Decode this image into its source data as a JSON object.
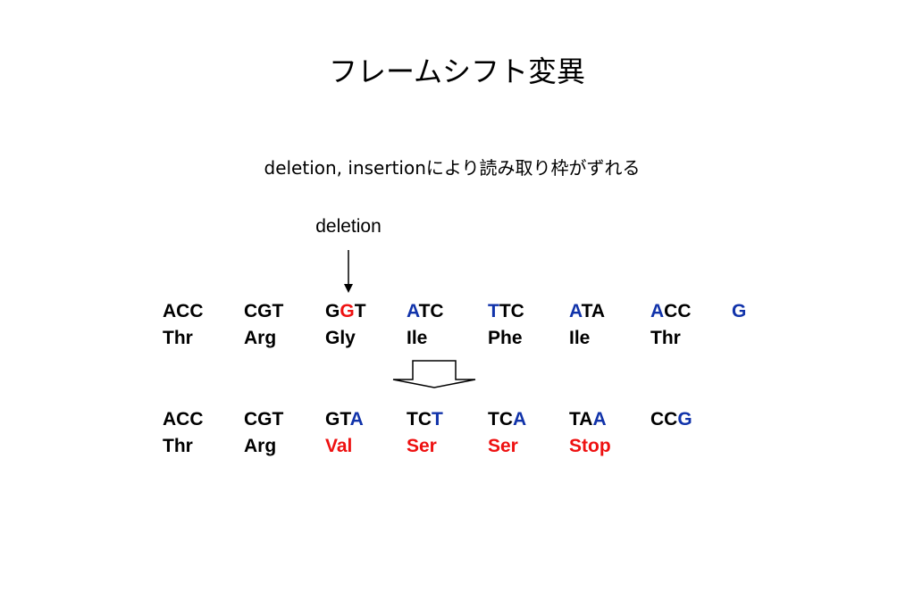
{
  "title": "フレームシフト変異",
  "subtitle": "deletion, insertionにより読み取り枠がずれる",
  "deletion_label": "deletion",
  "colors": {
    "default": "#000000",
    "red": "#ee1111",
    "blue": "#1133aa"
  },
  "original": {
    "codons": [
      [
        {
          "t": "ACC",
          "c": "default"
        }
      ],
      [
        {
          "t": "CGT",
          "c": "default"
        }
      ],
      [
        {
          "t": "G",
          "c": "default"
        },
        {
          "t": "G",
          "c": "red"
        },
        {
          "t": "T",
          "c": "default"
        }
      ],
      [
        {
          "t": "A",
          "c": "blue"
        },
        {
          "t": "TC",
          "c": "default"
        }
      ],
      [
        {
          "t": "T",
          "c": "blue"
        },
        {
          "t": "TC",
          "c": "default"
        }
      ],
      [
        {
          "t": "A",
          "c": "blue"
        },
        {
          "t": "TA",
          "c": "default"
        }
      ],
      [
        {
          "t": "A",
          "c": "blue"
        },
        {
          "t": "CC",
          "c": "default"
        }
      ],
      [
        {
          "t": "G",
          "c": "blue"
        }
      ]
    ],
    "amino_acids": [
      {
        "t": "Thr",
        "c": "default"
      },
      {
        "t": "Arg",
        "c": "default"
      },
      {
        "t": "Gly",
        "c": "default"
      },
      {
        "t": "Ile",
        "c": "default"
      },
      {
        "t": "Phe",
        "c": "default"
      },
      {
        "t": "Ile",
        "c": "default"
      },
      {
        "t": "Thr",
        "c": "default"
      }
    ]
  },
  "mutated": {
    "codons": [
      [
        {
          "t": "ACC",
          "c": "default"
        }
      ],
      [
        {
          "t": "CGT",
          "c": "default"
        }
      ],
      [
        {
          "t": "GT",
          "c": "default"
        },
        {
          "t": "A",
          "c": "blue"
        }
      ],
      [
        {
          "t": "TC",
          "c": "default"
        },
        {
          "t": "T",
          "c": "blue"
        }
      ],
      [
        {
          "t": "TC",
          "c": "default"
        },
        {
          "t": "A",
          "c": "blue"
        }
      ],
      [
        {
          "t": "TA",
          "c": "default"
        },
        {
          "t": "A",
          "c": "blue"
        }
      ],
      [
        {
          "t": "CC",
          "c": "default"
        },
        {
          "t": "G",
          "c": "blue"
        }
      ]
    ],
    "amino_acids": [
      {
        "t": "Thr",
        "c": "default"
      },
      {
        "t": "Arg",
        "c": "default"
      },
      {
        "t": "Val",
        "c": "red"
      },
      {
        "t": "Ser",
        "c": "red"
      },
      {
        "t": "Ser",
        "c": "red"
      },
      {
        "t": "Stop",
        "c": "red"
      }
    ]
  }
}
